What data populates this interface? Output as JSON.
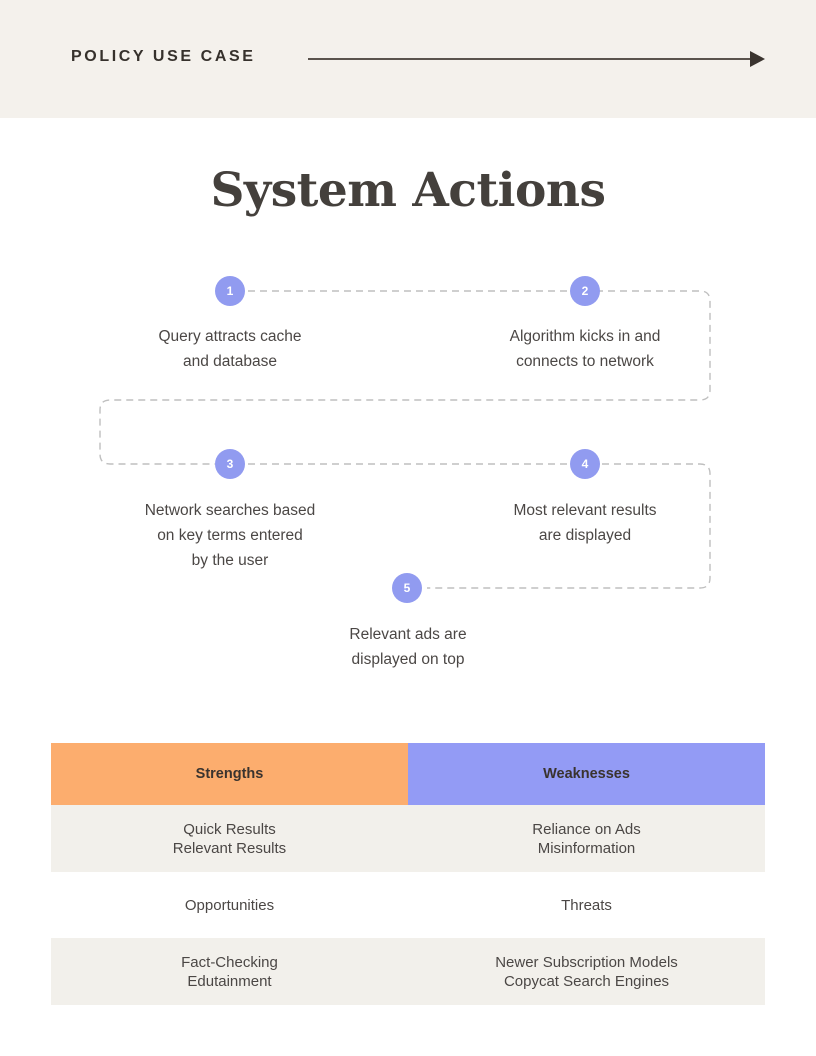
{
  "header": {
    "label": "POLICY USE CASE",
    "arrow_icon": "right-arrow-icon",
    "background_color": "#f4f1ec",
    "rule_color": "#5a534d"
  },
  "title": "System Actions",
  "flow": {
    "accent_color": "#919bf0",
    "connector_color": "#bfbfbf",
    "connector_style": "dashed",
    "nodes": [
      {
        "number": "1",
        "text": "Query attracts cache\nand database"
      },
      {
        "number": "2",
        "text": "Algorithm kicks in and\nconnects to network"
      },
      {
        "number": "3",
        "text": "Network searches based\non key terms entered\nby the user"
      },
      {
        "number": "4",
        "text": "Most relevant results\nare displayed"
      },
      {
        "number": "5",
        "text": "Relevant ads are\ndisplayed on top"
      }
    ]
  },
  "swot": {
    "header": {
      "left": "Strengths",
      "right": "Weaknesses"
    },
    "header_colors": {
      "left": "#fcad6e",
      "right": "#939bf5"
    },
    "rows": [
      {
        "left": "Quick Results\nRelevant Results",
        "right": "Reliance on Ads\nMisinformation"
      },
      {
        "left": "Opportunities",
        "right": "Threats"
      },
      {
        "left": "Fact-Checking\nEdutainment",
        "right": "Newer Subscription Models\nCopycat Search Engines"
      }
    ]
  }
}
